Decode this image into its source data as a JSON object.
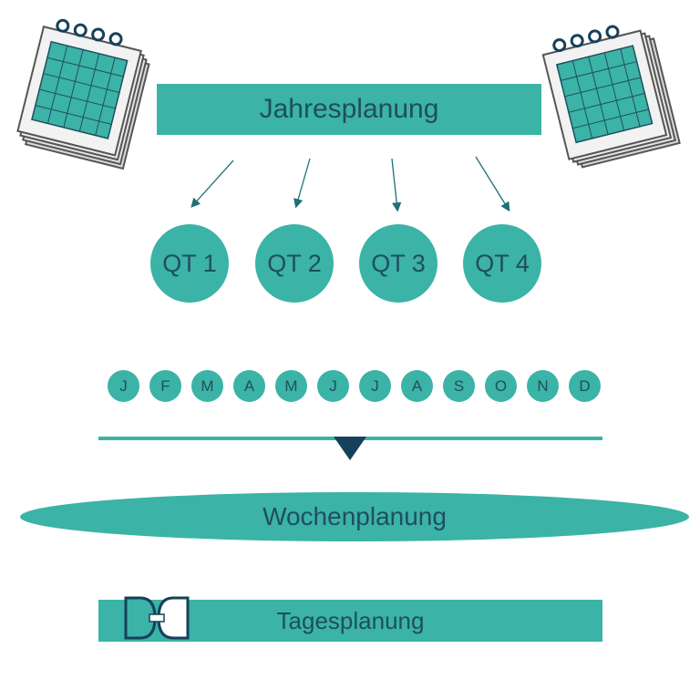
{
  "top_banner": {
    "label": "Jahresplanung"
  },
  "quarters": [
    "QT 1",
    "QT 2",
    "QT 3",
    "QT 4"
  ],
  "months": [
    "J",
    "F",
    "M",
    "A",
    "M",
    "J",
    "J",
    "A",
    "S",
    "O",
    "N",
    "D"
  ],
  "week_banner": {
    "label": "Wochenplanung"
  },
  "day_banner": {
    "label": "Tagesplanung"
  },
  "colors": {
    "accent": "#3bb3a7",
    "text": "#1f4e5f",
    "dark": "#15415a"
  },
  "icons": [
    "calendar-icon",
    "calendar-icon",
    "down-triangle-icon",
    "logo-icon"
  ]
}
